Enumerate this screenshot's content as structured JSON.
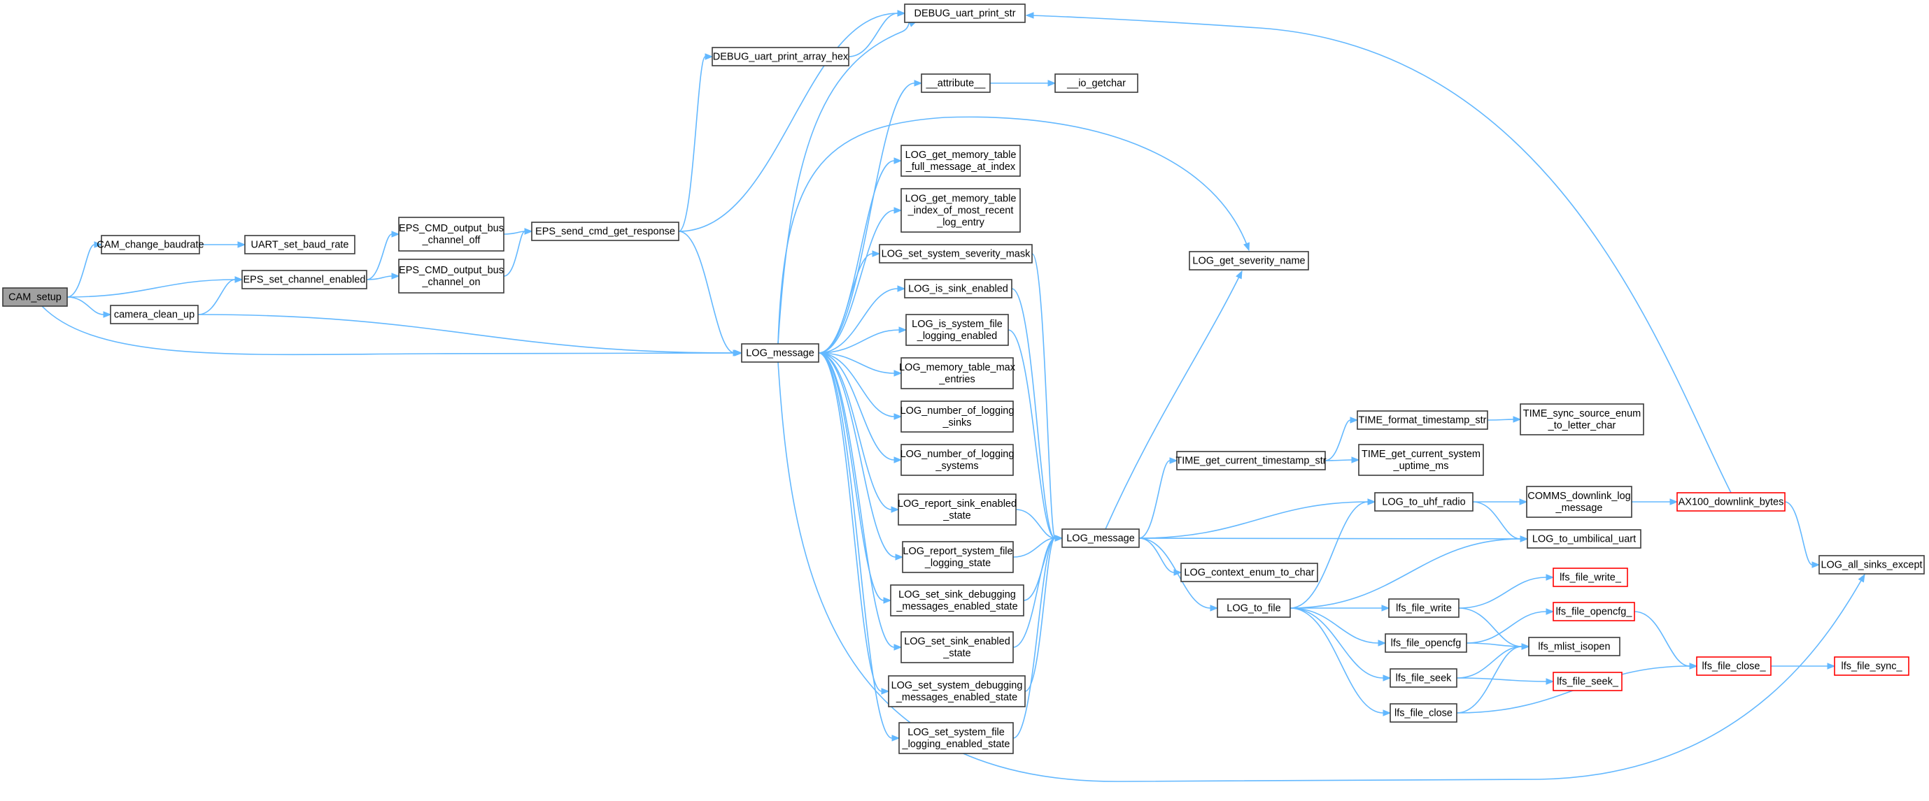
{
  "graph": {
    "root": "CAM_setup",
    "nodes": [
      {
        "id": "cam_setup",
        "lines": [
          "CAM_setup"
        ],
        "kind": "root"
      },
      {
        "id": "cam_change_baudrate",
        "lines": [
          "CAM_change_baudrate"
        ]
      },
      {
        "id": "uart_set_baud_rate",
        "lines": [
          "UART_set_baud_rate"
        ]
      },
      {
        "id": "eps_set_channel_enabled",
        "lines": [
          "EPS_set_channel_enabled"
        ]
      },
      {
        "id": "camera_clean_up",
        "lines": [
          "camera_clean_up"
        ]
      },
      {
        "id": "eps_cmd_off",
        "lines": [
          "EPS_CMD_output_bus",
          "_channel_off"
        ]
      },
      {
        "id": "eps_cmd_on",
        "lines": [
          "EPS_CMD_output_bus",
          "_channel_on"
        ]
      },
      {
        "id": "eps_send_cmd",
        "lines": [
          "EPS_send_cmd_get_response"
        ]
      },
      {
        "id": "debug_hex",
        "lines": [
          "DEBUG_uart_print_array_hex"
        ]
      },
      {
        "id": "debug_str",
        "lines": [
          "DEBUG_uart_print_str"
        ]
      },
      {
        "id": "log_message_a",
        "lines": [
          "LOG_message"
        ]
      },
      {
        "id": "attribute",
        "lines": [
          "__attribute__"
        ]
      },
      {
        "id": "io_getchar",
        "lines": [
          "__io_getchar"
        ]
      },
      {
        "id": "log_full_msg",
        "lines": [
          "LOG_get_memory_table",
          "_full_message_at_index"
        ]
      },
      {
        "id": "log_index_recent",
        "lines": [
          "LOG_get_memory_table",
          "_index_of_most_recent",
          "_log_entry"
        ]
      },
      {
        "id": "log_set_sev_mask",
        "lines": [
          "LOG_set_system_severity_mask"
        ]
      },
      {
        "id": "log_is_sink_enabled",
        "lines": [
          "LOG_is_sink_enabled"
        ]
      },
      {
        "id": "log_is_sys_file",
        "lines": [
          "LOG_is_system_file",
          "_logging_enabled"
        ]
      },
      {
        "id": "log_mem_max",
        "lines": [
          "LOG_memory_table_max",
          "_entries"
        ]
      },
      {
        "id": "log_num_sinks",
        "lines": [
          "LOG_number_of_logging",
          "_sinks"
        ]
      },
      {
        "id": "log_num_systems",
        "lines": [
          "LOG_number_of_logging",
          "_systems"
        ]
      },
      {
        "id": "log_report_sink",
        "lines": [
          "LOG_report_sink_enabled",
          "_state"
        ]
      },
      {
        "id": "log_report_sys_file",
        "lines": [
          "LOG_report_system_file",
          "_logging_state"
        ]
      },
      {
        "id": "log_set_sink_dbg",
        "lines": [
          "LOG_set_sink_debugging",
          "_messages_enabled_state"
        ]
      },
      {
        "id": "log_set_sink_enabled",
        "lines": [
          "LOG_set_sink_enabled",
          "_state"
        ]
      },
      {
        "id": "log_set_sys_dbg",
        "lines": [
          "LOG_set_system_debugging",
          "_messages_enabled_state"
        ]
      },
      {
        "id": "log_set_sys_file",
        "lines": [
          "LOG_set_system_file",
          "_logging_enabled_state"
        ]
      },
      {
        "id": "log_message_b",
        "lines": [
          "LOG_message"
        ]
      },
      {
        "id": "log_get_sev_name",
        "lines": [
          "LOG_get_severity_name"
        ]
      },
      {
        "id": "time_get_ts",
        "lines": [
          "TIME_get_current_timestamp_str"
        ]
      },
      {
        "id": "time_format_ts",
        "lines": [
          "TIME_format_timestamp_str"
        ]
      },
      {
        "id": "time_sync_src",
        "lines": [
          "TIME_sync_source_enum",
          "_to_letter_char"
        ]
      },
      {
        "id": "time_uptime",
        "lines": [
          "TIME_get_current_system",
          "_uptime_ms"
        ]
      },
      {
        "id": "log_to_uhf",
        "lines": [
          "LOG_to_uhf_radio"
        ]
      },
      {
        "id": "comms_downlink",
        "lines": [
          "COMMS_downlink_log",
          "_message"
        ]
      },
      {
        "id": "ax100",
        "lines": [
          "AX100_downlink_bytes"
        ],
        "kind": "truncated"
      },
      {
        "id": "log_to_umbilical",
        "lines": [
          "LOG_to_umbilical_uart"
        ]
      },
      {
        "id": "log_all_sinks",
        "lines": [
          "LOG_all_sinks_except"
        ]
      },
      {
        "id": "log_ctx_enum",
        "lines": [
          "LOG_context_enum_to_char"
        ]
      },
      {
        "id": "log_to_file",
        "lines": [
          "LOG_to_file"
        ]
      },
      {
        "id": "lfs_file_write",
        "lines": [
          "lfs_file_write"
        ]
      },
      {
        "id": "lfs_file_write_",
        "lines": [
          "lfs_file_write_"
        ],
        "kind": "truncated"
      },
      {
        "id": "lfs_file_opencfg",
        "lines": [
          "lfs_file_opencfg"
        ]
      },
      {
        "id": "lfs_file_opencfg_",
        "lines": [
          "lfs_file_opencfg_"
        ],
        "kind": "truncated"
      },
      {
        "id": "lfs_mlist_isopen",
        "lines": [
          "lfs_mlist_isopen"
        ]
      },
      {
        "id": "lfs_file_seek",
        "lines": [
          "lfs_file_seek"
        ]
      },
      {
        "id": "lfs_file_seek_",
        "lines": [
          "lfs_file_seek_"
        ],
        "kind": "truncated"
      },
      {
        "id": "lfs_file_close",
        "lines": [
          "lfs_file_close"
        ]
      },
      {
        "id": "lfs_file_close_",
        "lines": [
          "lfs_file_close_"
        ],
        "kind": "truncated"
      },
      {
        "id": "lfs_file_sync_",
        "lines": [
          "lfs_file_sync_"
        ],
        "kind": "truncated"
      }
    ],
    "edges": [
      [
        "cam_setup",
        "cam_change_baudrate"
      ],
      [
        "cam_setup",
        "eps_set_channel_enabled"
      ],
      [
        "cam_setup",
        "camera_clean_up"
      ],
      [
        "cam_setup",
        "log_message_a"
      ],
      [
        "cam_change_baudrate",
        "uart_set_baud_rate"
      ],
      [
        "camera_clean_up",
        "eps_set_channel_enabled"
      ],
      [
        "camera_clean_up",
        "log_message_a"
      ],
      [
        "eps_set_channel_enabled",
        "eps_cmd_off"
      ],
      [
        "eps_set_channel_enabled",
        "eps_cmd_on"
      ],
      [
        "eps_cmd_off",
        "eps_send_cmd"
      ],
      [
        "eps_cmd_on",
        "eps_send_cmd"
      ],
      [
        "eps_send_cmd",
        "debug_hex"
      ],
      [
        "eps_send_cmd",
        "debug_str"
      ],
      [
        "eps_send_cmd",
        "log_message_a"
      ],
      [
        "debug_hex",
        "debug_str"
      ],
      [
        "attribute",
        "io_getchar"
      ],
      [
        "log_message_a",
        "debug_str"
      ],
      [
        "log_message_a",
        "attribute"
      ],
      [
        "log_message_a",
        "log_get_sev_name"
      ],
      [
        "log_message_a",
        "log_full_msg"
      ],
      [
        "log_message_a",
        "log_index_recent"
      ],
      [
        "log_message_a",
        "log_set_sev_mask"
      ],
      [
        "log_message_a",
        "log_is_sink_enabled"
      ],
      [
        "log_message_a",
        "log_is_sys_file"
      ],
      [
        "log_message_a",
        "log_mem_max"
      ],
      [
        "log_message_a",
        "log_num_sinks"
      ],
      [
        "log_message_a",
        "log_num_systems"
      ],
      [
        "log_message_a",
        "log_report_sink"
      ],
      [
        "log_message_a",
        "log_report_sys_file"
      ],
      [
        "log_message_a",
        "log_set_sink_dbg"
      ],
      [
        "log_message_a",
        "log_set_sink_enabled"
      ],
      [
        "log_message_a",
        "log_set_sys_dbg"
      ],
      [
        "log_message_a",
        "log_set_sys_file"
      ],
      [
        "log_message_a",
        "log_all_sinks"
      ],
      [
        "log_set_sev_mask",
        "log_message_b"
      ],
      [
        "log_is_sink_enabled",
        "log_message_b"
      ],
      [
        "log_is_sys_file",
        "log_message_b"
      ],
      [
        "log_report_sink",
        "log_message_b"
      ],
      [
        "log_report_sys_file",
        "log_message_b"
      ],
      [
        "log_set_sink_dbg",
        "log_message_b"
      ],
      [
        "log_set_sink_enabled",
        "log_message_b"
      ],
      [
        "log_set_sys_dbg",
        "log_message_b"
      ],
      [
        "log_set_sys_file",
        "log_message_b"
      ],
      [
        "log_message_b",
        "log_get_sev_name"
      ],
      [
        "log_message_b",
        "time_get_ts"
      ],
      [
        "log_message_b",
        "log_to_uhf"
      ],
      [
        "log_message_b",
        "log_to_umbilical"
      ],
      [
        "log_message_b",
        "log_ctx_enum"
      ],
      [
        "log_message_b",
        "log_to_file"
      ],
      [
        "time_get_ts",
        "time_format_ts"
      ],
      [
        "time_get_ts",
        "time_uptime"
      ],
      [
        "time_format_ts",
        "time_sync_src"
      ],
      [
        "log_to_uhf",
        "comms_downlink"
      ],
      [
        "log_to_uhf",
        "log_to_umbilical"
      ],
      [
        "comms_downlink",
        "ax100"
      ],
      [
        "ax100",
        "debug_str"
      ],
      [
        "ax100",
        "log_all_sinks"
      ],
      [
        "log_to_file",
        "log_to_uhf"
      ],
      [
        "log_to_file",
        "log_to_umbilical"
      ],
      [
        "log_to_file",
        "lfs_file_write"
      ],
      [
        "log_to_file",
        "lfs_file_opencfg"
      ],
      [
        "log_to_file",
        "lfs_file_seek"
      ],
      [
        "log_to_file",
        "lfs_file_close"
      ],
      [
        "lfs_file_write",
        "lfs_file_write_"
      ],
      [
        "lfs_file_write",
        "lfs_mlist_isopen"
      ],
      [
        "lfs_file_opencfg",
        "lfs_file_opencfg_"
      ],
      [
        "lfs_file_opencfg",
        "lfs_mlist_isopen"
      ],
      [
        "lfs_file_opencfg_",
        "lfs_file_close_"
      ],
      [
        "lfs_file_seek",
        "lfs_mlist_isopen"
      ],
      [
        "lfs_file_seek",
        "lfs_file_seek_"
      ],
      [
        "lfs_file_close",
        "lfs_mlist_isopen"
      ],
      [
        "lfs_file_close",
        "lfs_file_close_"
      ],
      [
        "lfs_file_close_",
        "lfs_file_sync_"
      ]
    ]
  }
}
